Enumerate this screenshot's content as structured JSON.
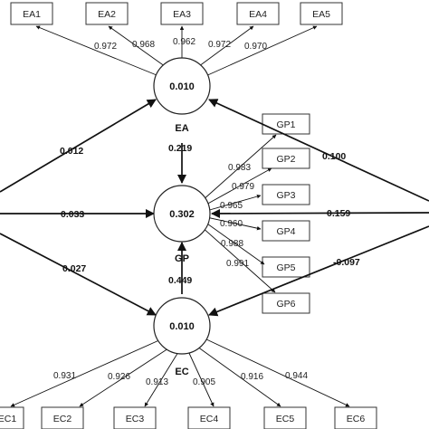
{
  "constructs": {
    "ea": {
      "name": "EA",
      "r2": "0.010"
    },
    "gp": {
      "name": "GP",
      "r2": "0.302"
    },
    "ec": {
      "name": "EC",
      "r2": "0.010"
    }
  },
  "indicators": {
    "ea": [
      {
        "label": "EA1",
        "loading": "0.972"
      },
      {
        "label": "EA2",
        "loading": "0.968"
      },
      {
        "label": "EA3",
        "loading": "0.962"
      },
      {
        "label": "EA4",
        "loading": "0.972"
      },
      {
        "label": "EA5",
        "loading": "0.970"
      }
    ],
    "gp": [
      {
        "label": "GP1",
        "loading": "0.983"
      },
      {
        "label": "GP2",
        "loading": "0.979"
      },
      {
        "label": "GP3",
        "loading": "0.965"
      },
      {
        "label": "GP4",
        "loading": "0.960"
      },
      {
        "label": "GP5",
        "loading": "0.988"
      },
      {
        "label": "GP6",
        "loading": "0.991"
      }
    ],
    "ec": [
      {
        "label": "EC1",
        "loading": "0.931"
      },
      {
        "label": "EC2",
        "loading": "0.926"
      },
      {
        "label": "EC3",
        "loading": "0.913"
      },
      {
        "label": "EC4",
        "loading": "0.905"
      },
      {
        "label": "EC5",
        "loading": "0.916"
      },
      {
        "label": "EC6",
        "loading": "0.944"
      }
    ]
  },
  "paths": {
    "left_to_ea": "0.012",
    "left_to_gp": "0.033",
    "left_to_ec": "0.027",
    "ea_to_gp": "0.219",
    "ec_to_gp": "0.449",
    "right_to_ea": "0.100",
    "right_to_gp": "0.159",
    "right_to_ec": "-0.097"
  }
}
